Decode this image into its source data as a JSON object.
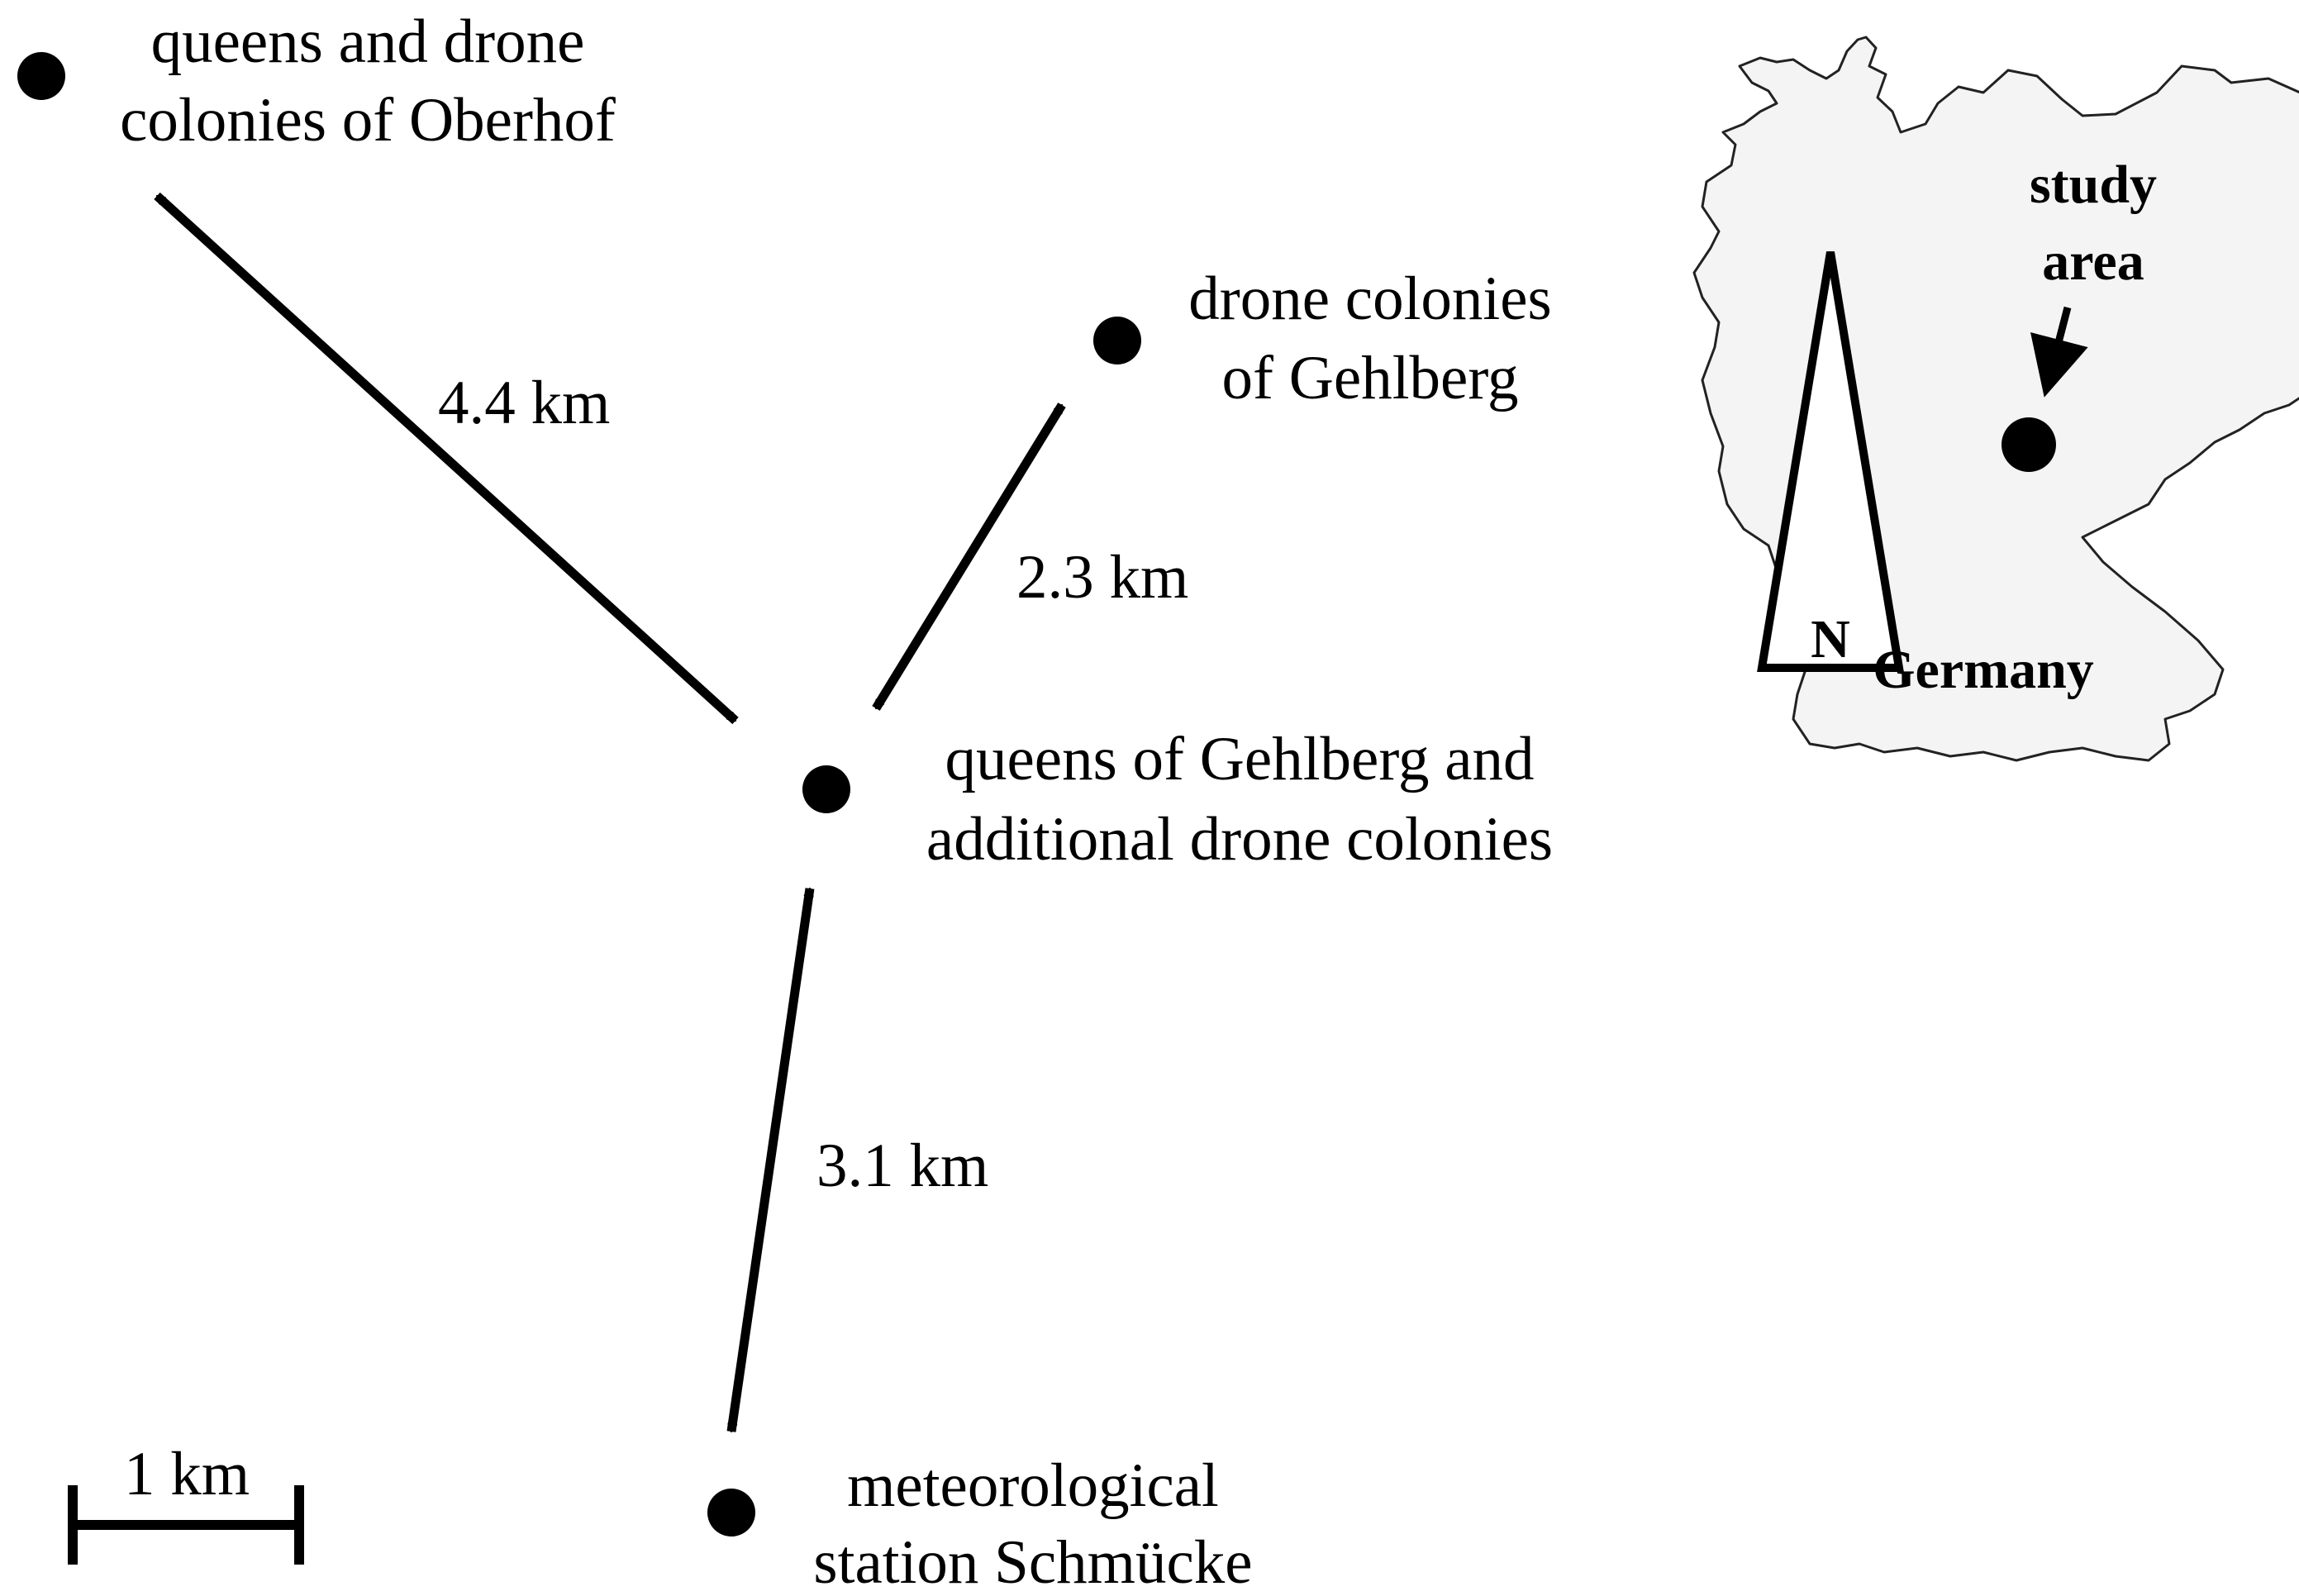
{
  "colors": {
    "ink": "#000000",
    "background": "#ffffff",
    "land": "#f4f4f4"
  },
  "sites": {
    "oberhof": {
      "line1": "queens and drone",
      "line2": "colonies of Oberhof"
    },
    "gehlberg_drones": {
      "line1": "drone colonies",
      "line2": "of Gehlberg"
    },
    "gehlberg_queens": {
      "line1": "queens of Gehlberg and",
      "line2": "additional drone colonies"
    },
    "schmuecke": {
      "line1": "meteorological",
      "line2": "station Schmücke"
    }
  },
  "distances": {
    "oberhof_to_queens": "4.4 km",
    "drones_to_queens": "2.3 km",
    "schmuecke_to_queens": "3.1 km"
  },
  "scale_bar": {
    "label": "1 km"
  },
  "inset": {
    "study_area_line1": "study",
    "study_area_line2": "area",
    "country": "Germany",
    "north": "N"
  }
}
